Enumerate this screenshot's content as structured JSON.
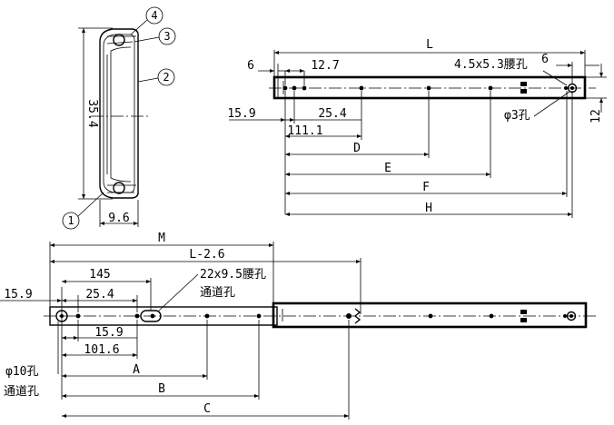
{
  "section_view": {
    "balloons": [
      "4",
      "3",
      "2",
      "1"
    ],
    "height_dim": "35.4",
    "width_dim": "9.6"
  },
  "top_rail": {
    "overall": "L",
    "start_offset": "6",
    "pitch": "12.7",
    "slot": "4.5x5.3腰孔",
    "end_offset": "6",
    "left_ref": "15.9",
    "hole_spacing": "25.4",
    "first_hole": "111.1",
    "height": "12",
    "round_hole": "φ3孔",
    "dims": [
      "D",
      "E",
      "F",
      "H"
    ]
  },
  "bottom_rail": {
    "overall": "M",
    "length": "L-2.6",
    "slot_pos": "145",
    "slot_line1": "22x9.5腰孔",
    "slot_line2": "通道孔",
    "left_ref": "15.9",
    "hole_spacing": "25.4",
    "hole_offset": "15.9",
    "first_hole": "101.6",
    "round_hole_line1": "φ10孔",
    "round_hole_line2": "通道孔",
    "dims": [
      "A",
      "B",
      "C"
    ]
  }
}
